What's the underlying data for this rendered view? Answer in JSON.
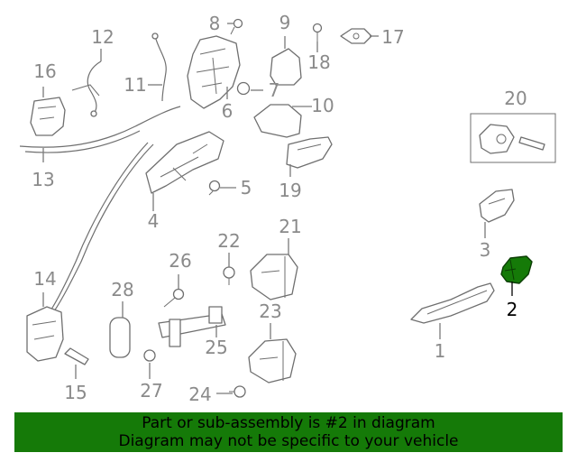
{
  "diagram": {
    "highlight_color": "#157a08",
    "labels": {
      "p1": "1",
      "p2": "2",
      "p3": "3",
      "p4": "4",
      "p5": "5",
      "p6": "6",
      "p7": "7",
      "p8": "8",
      "p9": "9",
      "p10": "10",
      "p11": "11",
      "p12": "12",
      "p13": "13",
      "p14": "14",
      "p15": "15",
      "p16": "16",
      "p17": "17",
      "p18": "18",
      "p19": "19",
      "p20": "20",
      "p21": "21",
      "p22": "22",
      "p23": "23",
      "p24": "24",
      "p25": "25",
      "p26": "26",
      "p27": "27",
      "p28": "28"
    }
  },
  "banner": {
    "line1": "Part or sub-assembly is #2 in diagram",
    "line2": "Diagram may not be specific to your vehicle",
    "background": "#157a08"
  }
}
